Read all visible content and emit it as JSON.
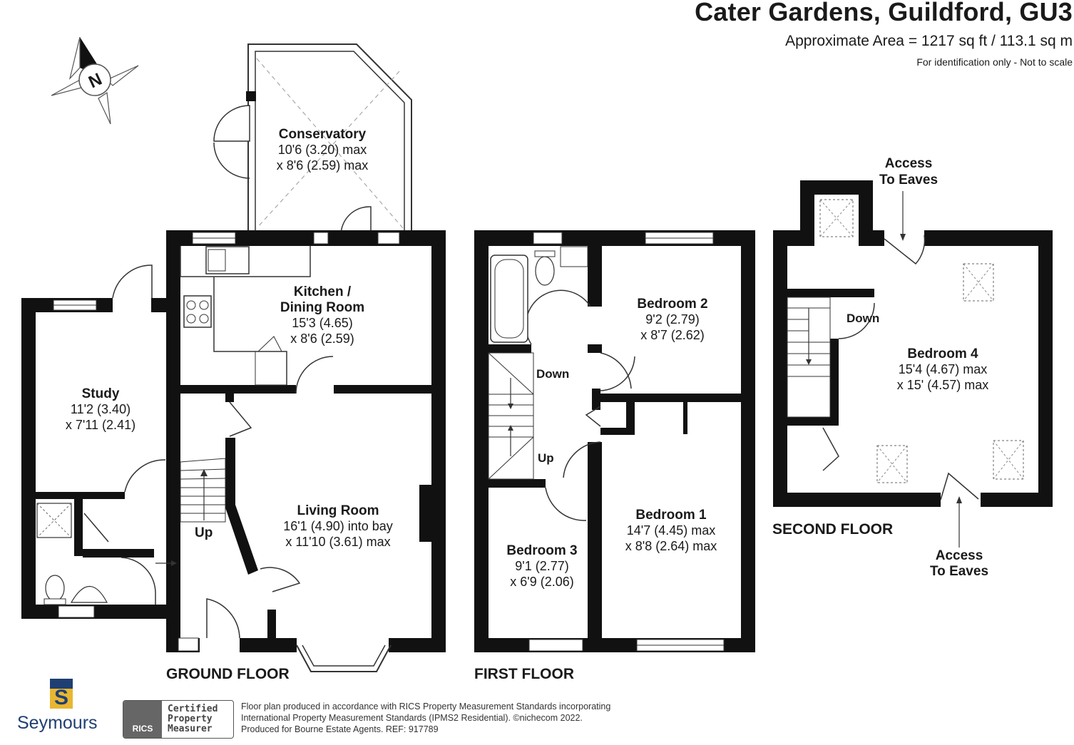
{
  "header": {
    "title": "Cater Gardens, Guildford, GU3",
    "area": "Approximate Area = 1217 sq ft / 113.1 sq m",
    "note": "For identification only - Not to scale"
  },
  "compass": {
    "label": "N"
  },
  "floors": {
    "ground": "GROUND FLOOR",
    "first": "FIRST FLOOR",
    "second": "SECOND FLOOR"
  },
  "rooms": {
    "conservatory": {
      "name": "Conservatory",
      "dim1": "10'6 (3.20) max",
      "dim2": "x 8'6 (2.59) max"
    },
    "kitchen": {
      "name1": "Kitchen /",
      "name2": "Dining Room",
      "dim1": "15'3 (4.65)",
      "dim2": "x 8'6 (2.59)"
    },
    "study": {
      "name": "Study",
      "dim1": "11'2 (3.40)",
      "dim2": "x 7'11 (2.41)"
    },
    "living": {
      "name": "Living Room",
      "dim1": "16'1 (4.90) into bay",
      "dim2": "x 11'10 (3.61) max"
    },
    "bedroom2": {
      "name": "Bedroom 2",
      "dim1": "9'2 (2.79)",
      "dim2": "x 8'7 (2.62)"
    },
    "bedroom1": {
      "name": "Bedroom 1",
      "dim1": "14'7 (4.45) max",
      "dim2": "x 8'8 (2.64) max"
    },
    "bedroom3": {
      "name": "Bedroom 3",
      "dim1": "9'1 (2.77)",
      "dim2": "x 6'9 (2.06)"
    },
    "bedroom4": {
      "name": "Bedroom 4",
      "dim1": "15'4 (4.67) max",
      "dim2": "x 15' (4.57) max"
    }
  },
  "stairs": {
    "up": "Up",
    "down": "Down"
  },
  "eaves": {
    "line1": "Access",
    "line2": "To Eaves"
  },
  "footer": {
    "line1": "Floor plan produced in accordance with RICS Property Measurement Standards incorporating",
    "line2": "International Property Measurement Standards (IPMS2 Residential).  ©nichecom 2022.",
    "line3": "Produced for Bourne Estate Agents.  REF:  917789",
    "brand": "Seymours",
    "brand_letter": "S",
    "rics_badge": "RICS",
    "rics_line1": "Certified",
    "rics_line2": "Property",
    "rics_line3": "Measurer"
  },
  "colors": {
    "wall": "#111111",
    "brand_blue": "#1f3f73",
    "brand_gold": "#e8b630"
  }
}
